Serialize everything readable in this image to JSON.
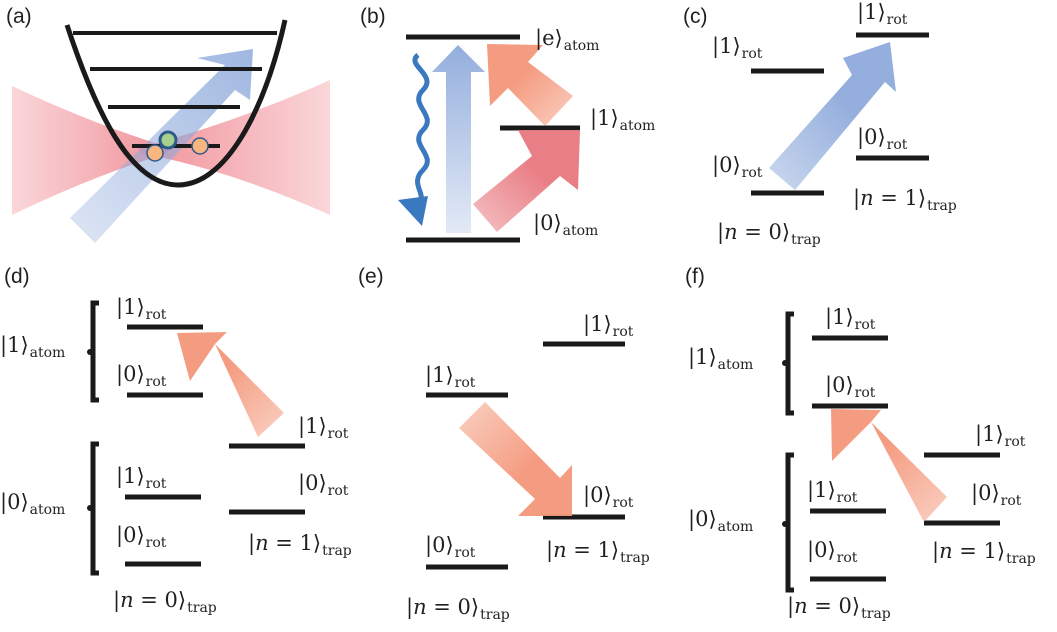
{
  "figure": {
    "panels": [
      {
        "id": "a",
        "label": "(a)"
      },
      {
        "id": "b",
        "label": "(b)"
      },
      {
        "id": "c",
        "label": "(c)"
      },
      {
        "id": "d",
        "label": "(d)"
      },
      {
        "id": "e",
        "label": "(e)"
      },
      {
        "id": "f",
        "label": "(f)"
      }
    ]
  },
  "colors": {
    "level_line": "#1a1a1a",
    "trap_beam_red": "#f08c94",
    "raman_blue": "#8eaadb",
    "spontaneous_emission_blue": "#3a78c0",
    "transition_orange": "#f4977a",
    "transition_red": "#e8787f",
    "particle_orange": "#f7b57f",
    "particle_green": "#a8d08d",
    "particle_outline": "#2e5a8c"
  },
  "panel_a": {
    "description": "harmonic trap potential with energy levels, crossed red trap beam and blue Raman beam, two atoms (orange) and one molecule (green)",
    "trap_levels": 4,
    "particles": [
      {
        "kind": "atom",
        "color": "orange"
      },
      {
        "kind": "molecule",
        "color": "green"
      },
      {
        "kind": "atom",
        "color": "orange"
      }
    ]
  },
  "panel_b": {
    "levels": {
      "e": {
        "ket": "e",
        "sub": "atom"
      },
      "one": {
        "ket": "1",
        "sub": "atom"
      },
      "zero": {
        "ket": "0",
        "sub": "atom"
      }
    }
  },
  "panel_c": {
    "left": {
      "upper": {
        "ket": "1",
        "sub": "rot"
      },
      "lower": {
        "ket": "0",
        "sub": "rot"
      },
      "trap": {
        "var": "n",
        "eq": " = 0",
        "sub": "trap"
      }
    },
    "right": {
      "upper": {
        "ket": "1",
        "sub": "rot"
      },
      "lower": {
        "ket": "0",
        "sub": "rot"
      },
      "trap": {
        "var": "n",
        "eq": " = 1",
        "sub": "trap"
      }
    }
  },
  "panel_d": {
    "group_upper": {
      "ket": "1",
      "sub": "atom"
    },
    "group_lower": {
      "ket": "0",
      "sub": "atom"
    },
    "left": {
      "u1": {
        "ket": "1",
        "sub": "rot"
      },
      "u0": {
        "ket": "0",
        "sub": "rot"
      },
      "l1": {
        "ket": "1",
        "sub": "rot"
      },
      "l0": {
        "ket": "0",
        "sub": "rot"
      },
      "trap": {
        "var": "n",
        "eq": " = 0",
        "sub": "trap"
      }
    },
    "right": {
      "r1": {
        "ket": "1",
        "sub": "rot"
      },
      "r0": {
        "ket": "0",
        "sub": "rot"
      },
      "trap": {
        "var": "n",
        "eq": " = 1",
        "sub": "trap"
      }
    }
  },
  "panel_e": {
    "left": {
      "upper": {
        "ket": "1",
        "sub": "rot"
      },
      "lower": {
        "ket": "0",
        "sub": "rot"
      },
      "trap": {
        "var": "n",
        "eq": " = 0",
        "sub": "trap"
      }
    },
    "right": {
      "upper": {
        "ket": "1",
        "sub": "rot"
      },
      "lower": {
        "ket": "0",
        "sub": "rot"
      },
      "trap": {
        "var": "n",
        "eq": " = 1",
        "sub": "trap"
      }
    }
  },
  "panel_f": {
    "group_upper": {
      "ket": "1",
      "sub": "atom"
    },
    "group_lower": {
      "ket": "0",
      "sub": "atom"
    },
    "left": {
      "u1": {
        "ket": "1",
        "sub": "rot"
      },
      "u0": {
        "ket": "0",
        "sub": "rot"
      },
      "l1": {
        "ket": "1",
        "sub": "rot"
      },
      "l0": {
        "ket": "0",
        "sub": "rot"
      },
      "trap": {
        "var": "n",
        "eq": " = 0",
        "sub": "trap"
      }
    },
    "right": {
      "r1": {
        "ket": "1",
        "sub": "rot"
      },
      "r0": {
        "ket": "0",
        "sub": "rot"
      },
      "trap": {
        "var": "n",
        "eq": " = 1",
        "sub": "trap"
      }
    }
  }
}
